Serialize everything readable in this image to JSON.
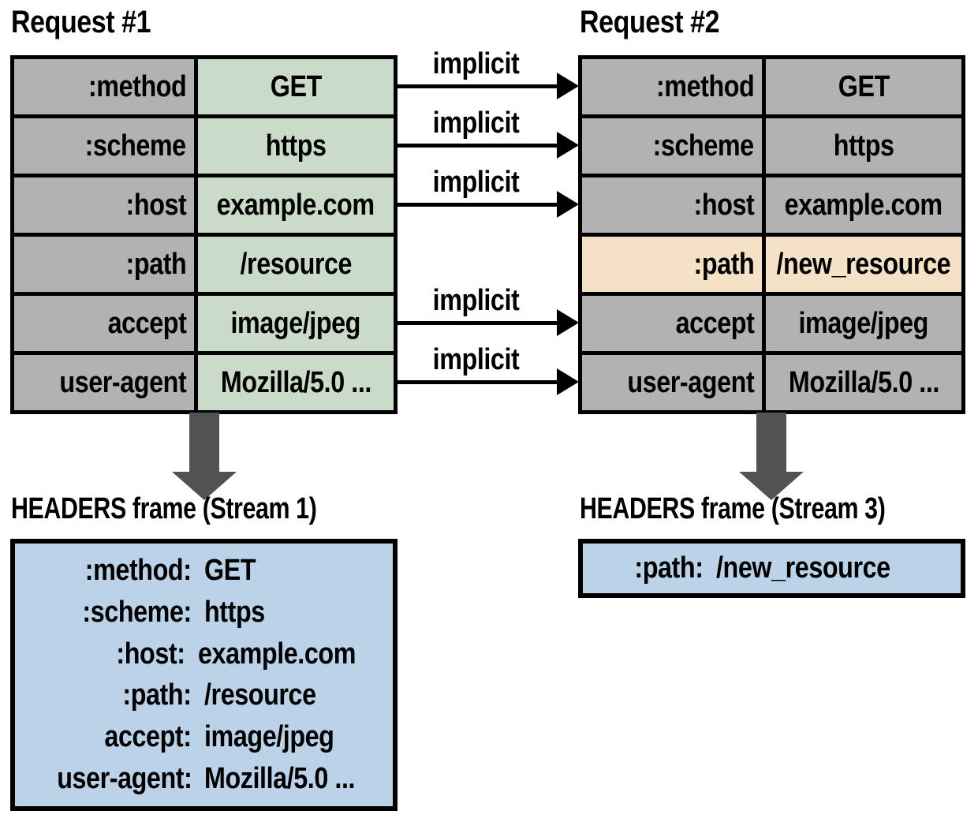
{
  "request1": {
    "title": "Request #1",
    "rows": [
      {
        "key": ":method",
        "value": "GET"
      },
      {
        "key": ":scheme",
        "value": "https"
      },
      {
        "key": ":host",
        "value": "example.com"
      },
      {
        "key": ":path",
        "value": "/resource"
      },
      {
        "key": "accept",
        "value": "image/jpeg"
      },
      {
        "key": "user-agent",
        "value": "Mozilla/5.0 ..."
      }
    ]
  },
  "request2": {
    "title": "Request #2",
    "rows": [
      {
        "key": ":method",
        "value": "GET"
      },
      {
        "key": ":scheme",
        "value": "https"
      },
      {
        "key": ":host",
        "value": "example.com"
      },
      {
        "key": ":path",
        "value": "/new_resource",
        "highlighted": true
      },
      {
        "key": "accept",
        "value": "image/jpeg"
      },
      {
        "key": "user-agent",
        "value": "Mozilla/5.0 ..."
      }
    ]
  },
  "arrows": {
    "labels": [
      "implicit",
      "implicit",
      "implicit",
      "implicit",
      "implicit"
    ]
  },
  "frame1": {
    "title": "HEADERS frame (Stream 1)",
    "lines": [
      {
        "key": ":method:",
        "value": "GET"
      },
      {
        "key": ":scheme:",
        "value": "https"
      },
      {
        "key": ":host:",
        "value": "example.com"
      },
      {
        "key": ":path:",
        "value": "/resource"
      },
      {
        "key": "accept:",
        "value": "image/jpeg"
      },
      {
        "key": "user-agent:",
        "value": "Mozilla/5.0 ..."
      }
    ]
  },
  "frame3": {
    "title": "HEADERS frame (Stream 3)",
    "lines": [
      {
        "key": ":path:",
        "value": "/new_resource"
      }
    ]
  },
  "colors": {
    "key_cell_gray": "#b2b2b2",
    "request1_value_green": "#cadcc9",
    "highlight_tan": "#f4e1c6",
    "frame_blue": "#bcd2e8",
    "arrow_dark_gray": "#515254",
    "border_black": "#000000"
  }
}
